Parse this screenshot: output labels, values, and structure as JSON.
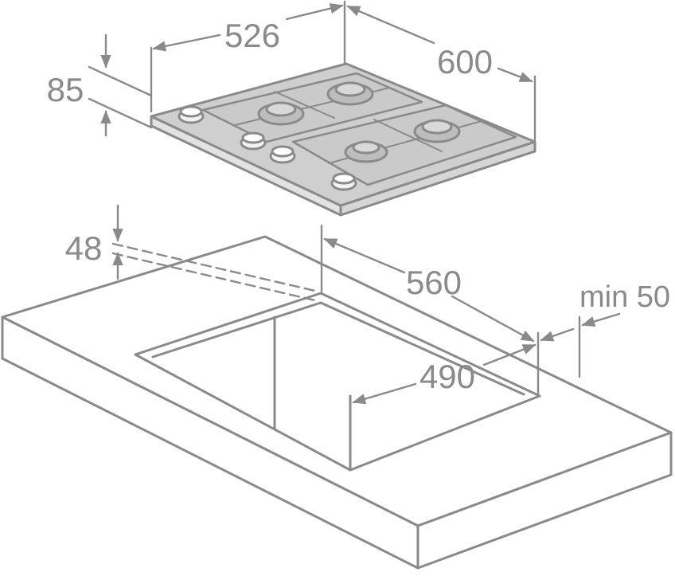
{
  "diagram": {
    "line_color": "#8a8a8a",
    "hob_fill": "#cfcfcf",
    "burner_fill": "#bdbdbd",
    "background": "#ffffff"
  },
  "dimensions": {
    "hob_width_inner": "526",
    "hob_depth": "600",
    "hob_height": "85",
    "cutout_height": "48",
    "cutout_width": "560",
    "cutout_depth": "490",
    "wall_clearance": "min 50"
  }
}
